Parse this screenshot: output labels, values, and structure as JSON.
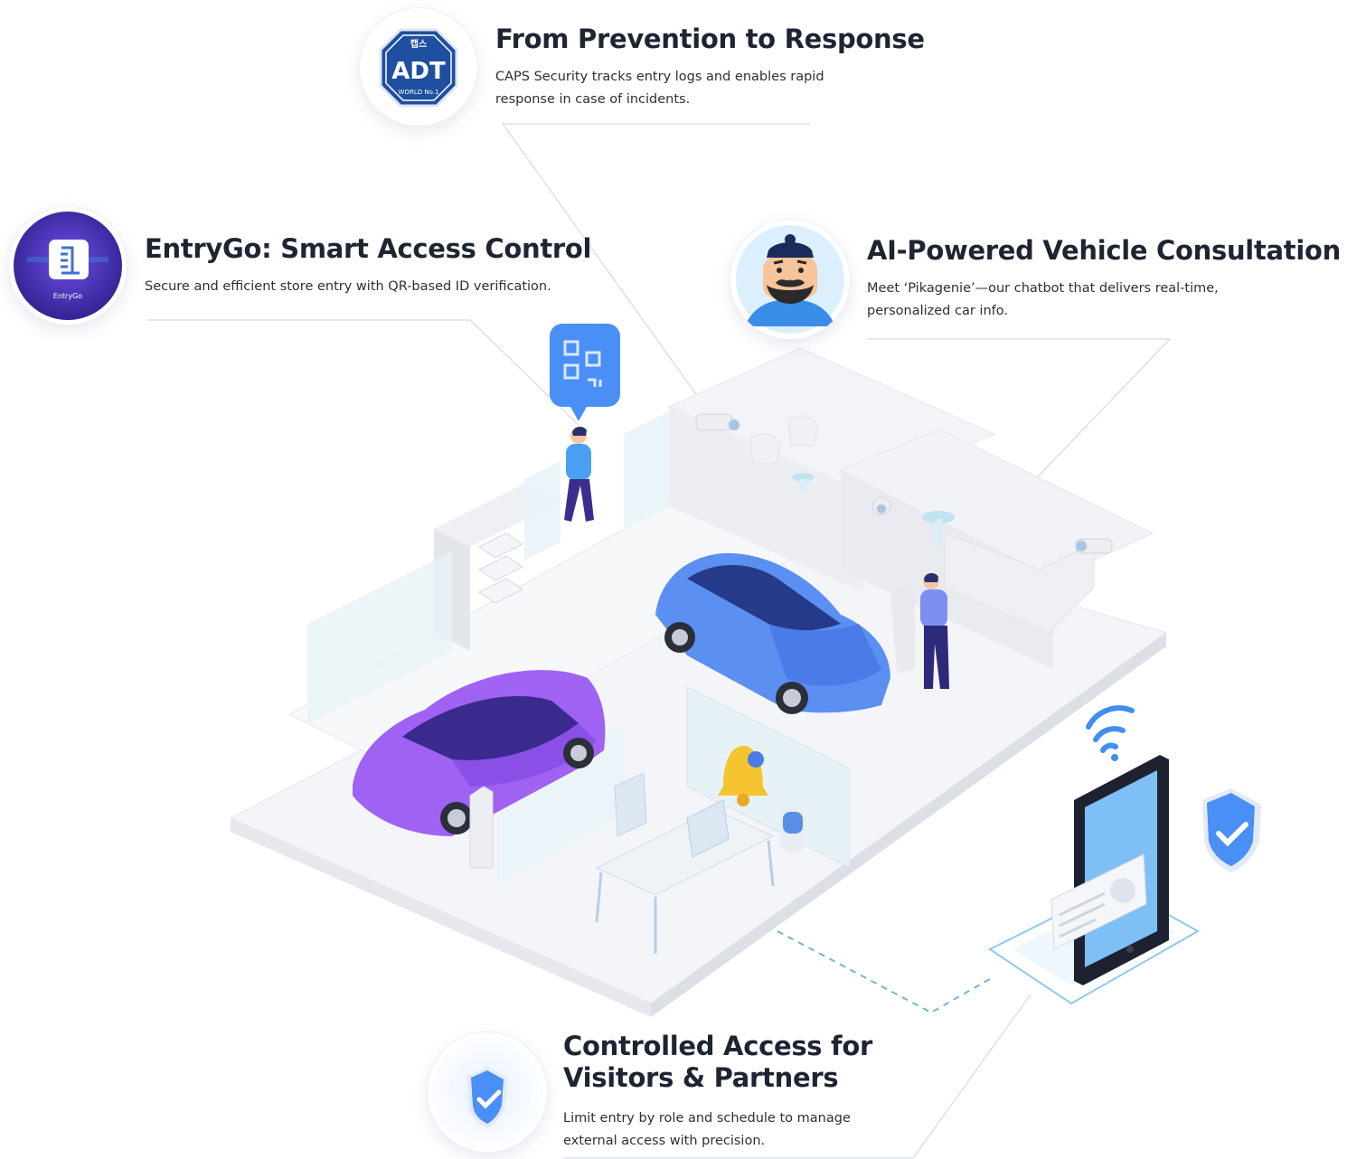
{
  "features": [
    {
      "title": "From Prevention to Response",
      "desc": "CAPS Security tracks entry logs and enables rapid response in case of incidents.",
      "icon": "adt-shield-icon"
    },
    {
      "title": "EntryGo: Smart Access Control",
      "desc": "Secure and efficient store entry with QR-based ID verification.",
      "icon": "entrygo-app-icon"
    },
    {
      "title": "AI-Powered Vehicle Consultation",
      "desc": "Meet ‘Pikagenie’—our chatbot that delivers real-time, personalized car info.",
      "icon": "chatbot-avatar-icon"
    },
    {
      "title_lines": [
        "Controlled Access for",
        "Visitors & Partners"
      ],
      "desc": "Limit entry by role and schedule to manage external access with precision.",
      "icon": "shield-check-icon"
    }
  ],
  "logos": {
    "adt_top": "캡스",
    "adt_main": "ADT",
    "adt_bottom": "WORLD No.1",
    "entrygo_label": "EntryGo"
  },
  "colors": {
    "title": "#1f2433",
    "accent_blue": "#4a83f0",
    "accent_purple": "#9a5cf0",
    "adt_navy": "#1e4fa0"
  }
}
